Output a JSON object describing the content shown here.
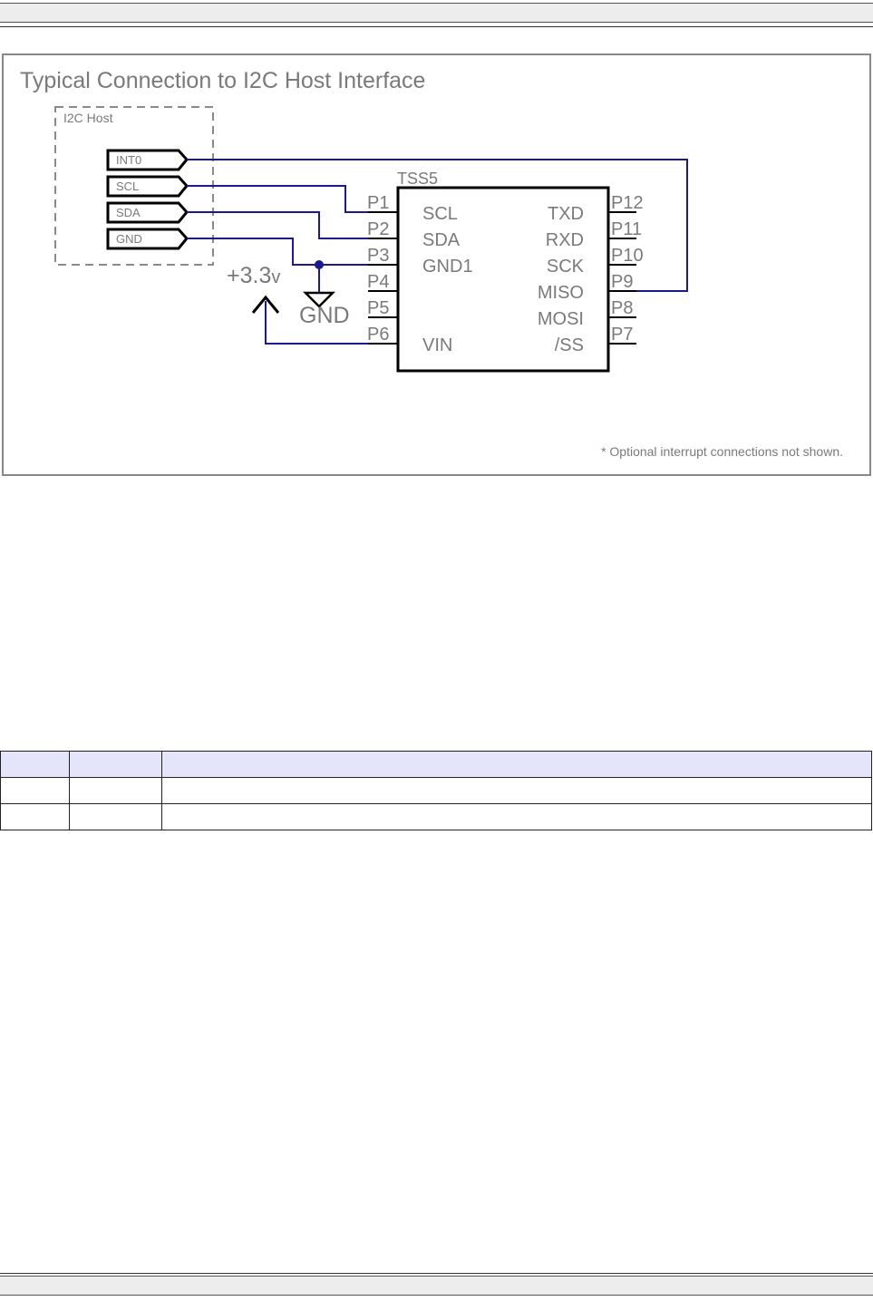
{
  "diagram": {
    "title": "Typical Connection to I2C Host Interface",
    "host_label": "I2C Host",
    "host_pins": [
      "INT0",
      "SCL",
      "SDA",
      "GND"
    ],
    "chip_label": "TSS5",
    "left_pins": [
      "P1",
      "P2",
      "P3",
      "P4",
      "P5",
      "P6"
    ],
    "left_signals": [
      "SCL",
      "SDA",
      "GND1",
      "VIN"
    ],
    "right_pins": [
      "P12",
      "P11",
      "P10",
      "P9",
      "P8",
      "P7"
    ],
    "right_signals": [
      "TXD",
      "RXD",
      "SCK",
      "MISO",
      "MOSI",
      "/SS"
    ],
    "power_label": "+3.3",
    "power_unit": "v",
    "ground_label": "GND",
    "footnote": "* Optional interrupt connections not shown.",
    "wire_color": "#1a1a8c"
  },
  "table": {
    "headers": [
      "",
      "",
      ""
    ],
    "rows": [
      [
        "",
        "",
        ""
      ],
      [
        "",
        "",
        ""
      ]
    ]
  }
}
